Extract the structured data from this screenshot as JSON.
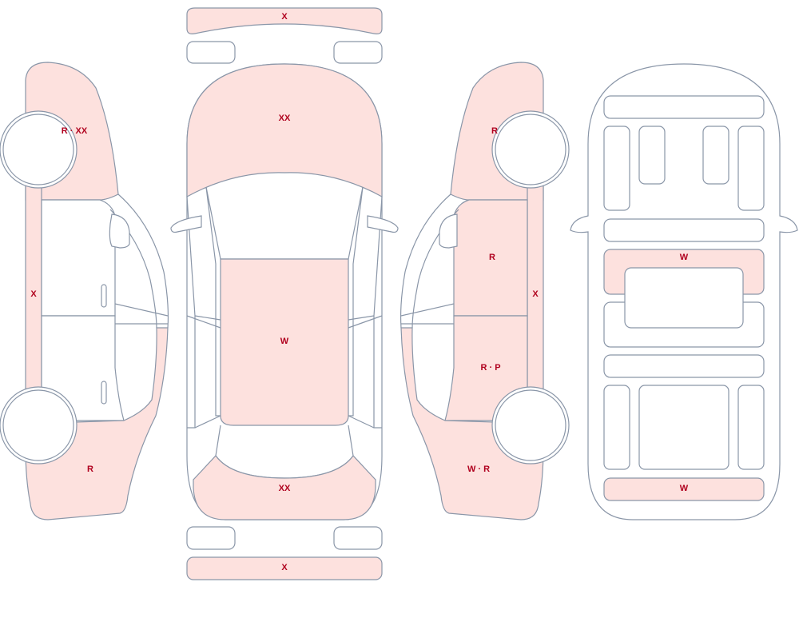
{
  "damage_color": "#fde1de",
  "label_color": "#b0001e",
  "outline_color": "#8a96a8",
  "labels": {
    "rear_bumper_top": "X",
    "hood": "XX",
    "roof": "W",
    "trunk": "XX",
    "front_bumper_bottom": "X",
    "left_front_fender": "R · XX",
    "left_sill": "X",
    "left_rear_quarter": "R",
    "right_front_fender": "R",
    "right_front_door": "R",
    "right_sill": "X",
    "right_rear_door": "R · P",
    "right_rear_quarter": "W · R",
    "interior_row_middle": "W",
    "interior_row_bottom": "W"
  }
}
